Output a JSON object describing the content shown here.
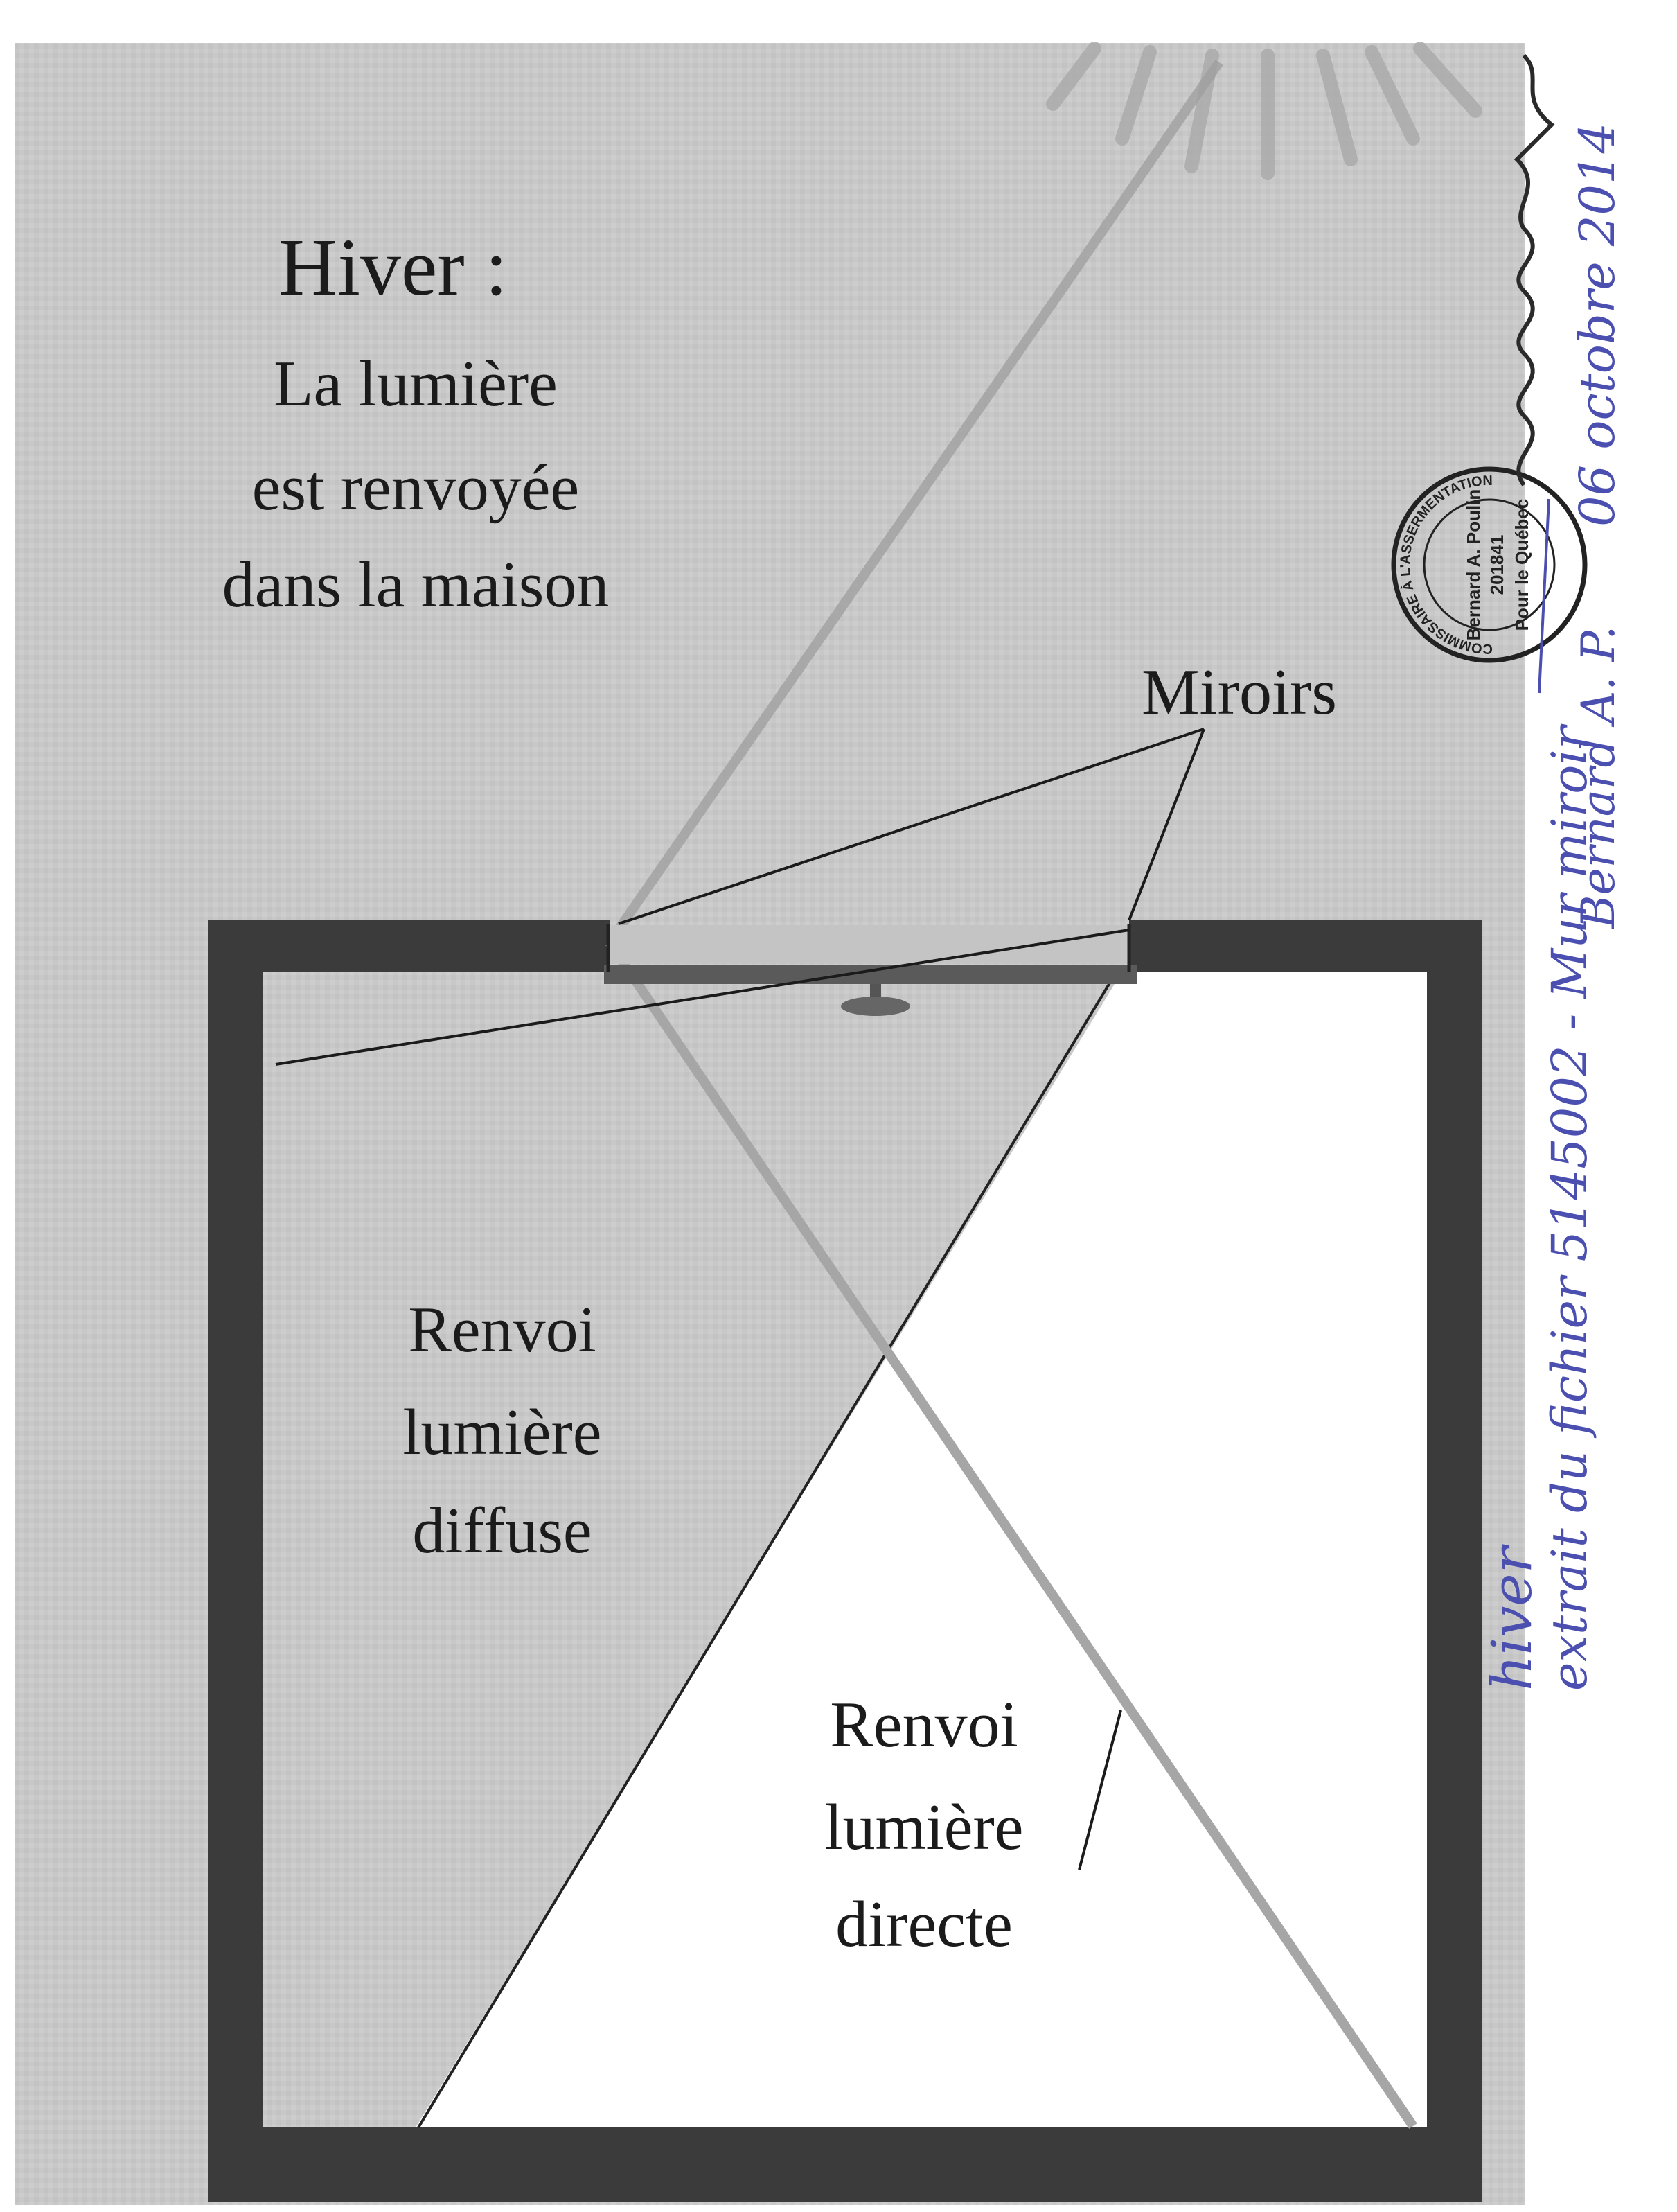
{
  "title": {
    "heading": "Hiver :",
    "line1": "La lumière",
    "line2": "est renvoyée",
    "line3": "dans la maison"
  },
  "labels": {
    "miroirs": "Miroirs",
    "diffuse_line1": "Renvoi",
    "diffuse_line2": "lumière",
    "diffuse_line3": "diffuse",
    "directe_line1": "Renvoi",
    "directe_line2": "lumière",
    "directe_line3": "directe"
  },
  "stamp": {
    "ring_top": "COMMISSAIRE À L'ASSERMENTATION",
    "name": "Bernard A. Poulin",
    "number": "201841",
    "province": "Pour le Québec"
  },
  "handwriting": {
    "date": "06 octobre 2014",
    "line1": "hiver",
    "line2": "extrait du fichier 5145002 - Mur miroir",
    "initials": "Bernard A. P."
  },
  "colors": {
    "background": "#c9c9c9",
    "wall": "#3b3b3b",
    "ink_blue": "#4a4fb0"
  }
}
